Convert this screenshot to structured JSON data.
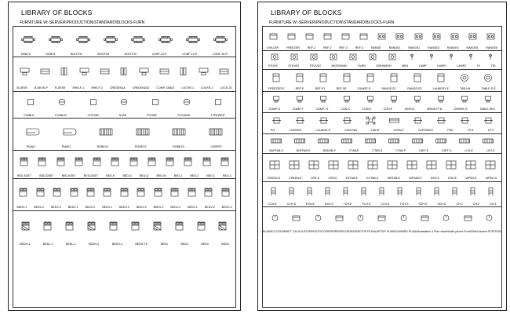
{
  "sheets": [
    {
      "title": "LIBRARY OF BLOCKS",
      "subtitle": "FURNITURE   W:-SERVER\\PRODUCTION\\STANDARD\\BLOCKS-FURN",
      "rows": [
        {
          "height": 0.107,
          "icon": "dining-table",
          "labels": [
            "DINE-6",
            "DINE-8",
            "BOOTH1",
            "BOOTH2",
            "BOOTH3",
            "CONF-12-P",
            "CONF-14-P",
            "CONF-16-P"
          ]
        },
        {
          "height": 0.122,
          "icon": "desk",
          "labels": [
            "B-DESK",
            "B-DESK-P",
            "R-DESK",
            "SHELF-1",
            "SHELF-2",
            "CREDENZA",
            "CREDENZA2",
            "COMP-TABLE",
            "LOCKR-1",
            "LOCKR-2",
            "LOCK-20"
          ]
        },
        {
          "height": 0.097,
          "icon": "small-table",
          "labels": [
            "CTABLE",
            "CTABLE2",
            "COFTAB",
            "NTAB",
            "PHONE",
            "TVSTAND",
            "TYPEWRIT"
          ]
        },
        {
          "height": 0.113,
          "icon": "piano",
          "labels": [
            "PIANO",
            "PIANO",
            "ROBEX1",
            "ROBEX2",
            "ROBEX3",
            "CARPET"
          ]
        },
        {
          "height": 0.103,
          "icon": "bed",
          "labels": [
            "BED-KSET",
            "BED-DSET",
            "BED-KSET",
            "BED-DSET",
            "BED-K",
            "BED-D",
            "BED-Q",
            "BED-W",
            "BED-1",
            "BED-2",
            "BED-1",
            "BED-3"
          ]
        },
        {
          "height": 0.113,
          "icon": "bed-2",
          "labels": [
            "BEDV-1",
            "BEDV-2",
            "BEDV-3",
            "BEDV-1",
            "BEDV-2",
            "BEDV-1",
            "BEDV-2",
            "BEDV-3",
            "BEDV-1",
            "BEDV-2",
            "BEDV-1",
            "BEDV-2",
            "BEDV-3"
          ]
        },
        {
          "height": 0.13,
          "icon": "bed-3",
          "labels": [
            "BEDH-1",
            "BEDL-1",
            "BEDL-2",
            "BEDH-2",
            "BEDH-3",
            "BEDH-TE",
            "BED1",
            "BED2",
            "BED3",
            "BED4"
          ]
        }
      ]
    },
    {
      "title": "LIBRARY OF BLOCKS",
      "subtitle": "FURNITURE   W:-SERVER\\PRODUCTION\\STANDARD\\BLOCKS-FURN",
      "rows": [
        {
          "height": 0.085,
          "icon": "appliance",
          "labels": [
            "CHILLER",
            "FREEZER",
            "REF-1",
            "REF-2",
            "REF-3",
            "REF-4",
            "RANGE",
            "RANGE1",
            "RANGE2",
            "RANGE3",
            "RANGE4",
            "RANGE5",
            "RANGE6"
          ]
        },
        {
          "height": 0.065,
          "icon": "stove",
          "labels": [
            "STOVE",
            "STOVE1",
            "STOVE2",
            "MICROWAV",
            "OVEN",
            "DISHWASH",
            "WM1",
            "LAMP",
            "LAMP1",
            "LAMP2",
            "TV",
            "TEL"
          ]
        },
        {
          "height": 0.08,
          "icon": "fridge",
          "labels": [
            "FREEZER-E",
            "REF-E",
            "REF-E1",
            "REF-SE",
            "RANGE-E",
            "RANGE-E1",
            "RANGE-E2",
            "LAUNDRY-E",
            "TAB-UN",
            "TABLE-S-E"
          ]
        },
        {
          "height": 0.074,
          "icon": "computer",
          "labels": [
            "COMP-E",
            "COMP-T",
            "COMP-T1",
            "CON-S",
            "CON-E",
            "CON-P",
            "XEROX",
            "DRINK-FTN",
            "DRINKF-E",
            "TABLE-HEX"
          ]
        },
        {
          "height": 0.077,
          "icon": "lounge",
          "labels": [
            "TV1",
            "LOUNGE",
            "LOUNGE-E",
            "CHN-FAN",
            "DIN-R",
            "SOFA-E",
            "CURTAIN-E",
            "PED",
            "LP-E",
            "LP-F"
          ]
        },
        {
          "height": 0.071,
          "icon": "buffet",
          "labels": [
            "BUFFAB-E",
            "BUFFAB-S",
            "BEDAB-P",
            "CTAB-E",
            "CTAB-S",
            "CTAB-P",
            "LSET-E",
            "LSET-S",
            "LCH-E",
            "LCH-S"
          ]
        },
        {
          "height": 0.1,
          "icon": "cabinet",
          "labels": [
            "CREDN-S",
            "CREDN-E",
            "CRE-S",
            "CRE-E",
            "EXTAB-E",
            "EXTAB-S",
            "WRTAB-E",
            "WRTAB-S",
            "DSK-S",
            "DSK-E",
            "WPED-E",
            "WPED-S"
          ]
        },
        {
          "height": 0.09,
          "icon": "chair",
          "labels": [
            "CCH-E",
            "CCH-S",
            "EXH-E",
            "EXH-S",
            "TCH-E",
            "TCH-S",
            "CCH-E",
            "TCH-S",
            "SCH-S",
            "SCH-E",
            "CH-1",
            "CH-2",
            "CH-3"
          ]
        },
        {
          "height": 0.098,
          "icon": "equipment",
          "labels": [
            "BLAMP",
            "CLOCK",
            "DRAFT CALCULATOR",
            "PHOTOCOPIER",
            "PRINTER-DESK",
            "DESKTOP PLAN",
            "LAPTOP PLAN",
            "SCANNER PLAN",
            "Workstation 3 Plan view",
            "Mobile phone Front/Side",
            "Camera POSITION"
          ]
        }
      ]
    }
  ]
}
